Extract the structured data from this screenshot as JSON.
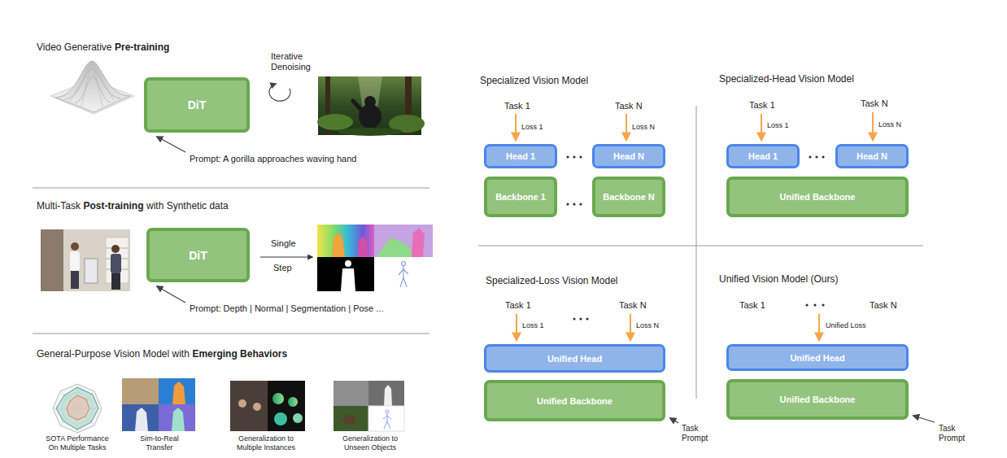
{
  "diagram": {
    "nodes": [
      {
        "text": [
          "DiT"
        ]
      },
      {
        "text": [
          "DiT"
        ]
      },
      {
        "text": [
          "Head 1"
        ]
      },
      {
        "text": [
          "Head N"
        ]
      },
      {
        "text": [
          "Backbone 1"
        ]
      },
      {
        "text": [
          "Backbone N"
        ]
      },
      {
        "text": [
          "Head 1"
        ]
      },
      {
        "text": [
          "Head N"
        ]
      },
      {
        "text": [
          "Unified Backbone"
        ]
      },
      {
        "text": [
          "Unified Head"
        ]
      },
      {
        "text": [
          "Unified Backbone"
        ]
      },
      {
        "text": [
          "Unified Head"
        ]
      },
      {
        "text": [
          "Unified Backbone"
        ]
      }
    ],
    "labels": [
      "Video Generative",
      "Pre-training",
      "Iterative Denoising",
      "Prompt: A gorilla approaches waving hand",
      "Multi-Task",
      "Post-training",
      "with Synthetic data",
      "Single",
      "Step",
      "Prompt: Depth | Normal | Segmentation | Pose ...",
      "General-Purpose Vision Model with",
      "Emerging Behaviors",
      "SOTA Performance On Multiple Tasks",
      "Sim-to-Real Transfer",
      "Generalization to Multiple Instances",
      "Generalization to Unseen Objects",
      "Specialized Vision Model",
      "Task 1",
      "Loss 1",
      "Task N",
      "Loss N",
      "Specialized-Head Vision Model",
      "Task 1",
      "Loss 1",
      "Task N",
      "Loss N",
      "Specialized-Loss Vision Model",
      "Task 1",
      "Loss 1",
      "Task N",
      "Loss N",
      "Task Prompt",
      "Unified Vision Model (Ours)",
      "Task 1",
      "Task N",
      "Unified Loss",
      "Task Prompt"
    ]
  }
}
